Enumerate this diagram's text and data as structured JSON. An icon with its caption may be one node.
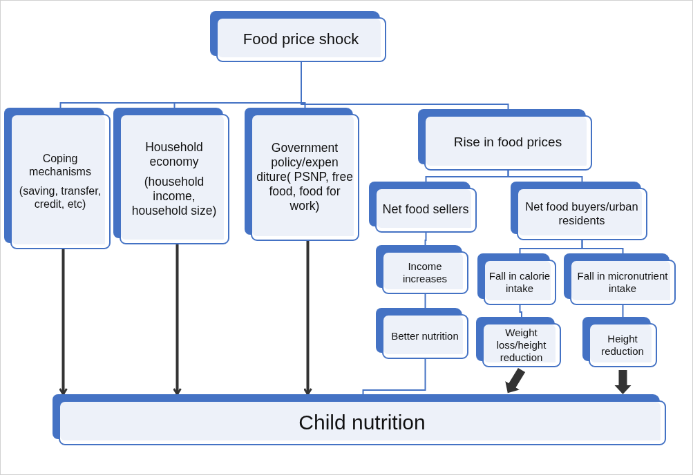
{
  "diagram": {
    "nodes": [
      {
        "text": [
          "Food price shock"
        ]
      },
      {
        "text": [
          "Coping mechanisms",
          "(saving, transfer, credit, etc)"
        ]
      },
      {
        "text": [
          "Household economy",
          "(household income, household size)"
        ]
      },
      {
        "text": [
          "Government policy/expen diture( PSNP, free food, food for work)"
        ]
      },
      {
        "text": [
          "Rise in food prices"
        ]
      },
      {
        "text": [
          "Net food sellers"
        ]
      },
      {
        "text": [
          "Net food buyers/urban residents"
        ]
      },
      {
        "text": [
          "Income increases"
        ]
      },
      {
        "text": [
          "Better nutrition"
        ]
      },
      {
        "text": [
          "Fall in calorie intake"
        ]
      },
      {
        "text": [
          "Fall in micronutrient intake"
        ]
      },
      {
        "text": [
          "Weight loss/height reduction"
        ]
      },
      {
        "text": [
          "Height reduction"
        ]
      },
      {
        "text": [
          "Child nutrition"
        ]
      }
    ],
    "edges": [
      {
        "from": 0,
        "to": 1,
        "arrow": "none"
      },
      {
        "from": 0,
        "to": 2,
        "arrow": "none"
      },
      {
        "from": 0,
        "to": 3,
        "arrow": "none"
      },
      {
        "from": 0,
        "to": 4,
        "arrow": "none"
      },
      {
        "from": 4,
        "to": 5,
        "arrow": "none"
      },
      {
        "from": 4,
        "to": 6,
        "arrow": "none"
      },
      {
        "from": 5,
        "to": 7,
        "arrow": "none"
      },
      {
        "from": 7,
        "to": 8,
        "arrow": "none"
      },
      {
        "from": 6,
        "to": 9,
        "arrow": "none"
      },
      {
        "from": 6,
        "to": 10,
        "arrow": "none"
      },
      {
        "from": 9,
        "to": 11,
        "arrow": "none"
      },
      {
        "from": 10,
        "to": 12,
        "arrow": "none"
      },
      {
        "from": 8,
        "to": 13,
        "arrow": "none"
      },
      {
        "from": 1,
        "to": 13,
        "arrow": "to",
        "style": "thick",
        "color": "#333333"
      },
      {
        "from": 2,
        "to": 13,
        "arrow": "to",
        "style": "thick",
        "color": "#333333"
      },
      {
        "from": 3,
        "to": 13,
        "arrow": "to",
        "style": "thick",
        "color": "#333333"
      },
      {
        "from": 11,
        "to": 13,
        "arrow": "to",
        "style": "thick",
        "color": "#333333"
      },
      {
        "from": 12,
        "to": 13,
        "arrow": "to",
        "style": "thick",
        "color": "#333333"
      }
    ]
  }
}
